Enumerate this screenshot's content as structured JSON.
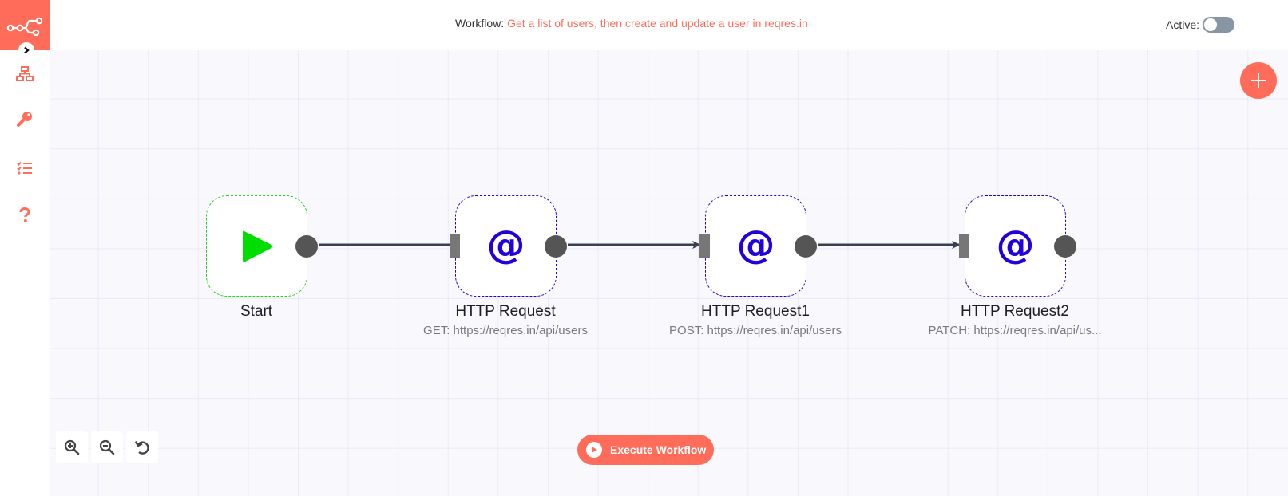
{
  "app": {
    "logo_icon": "n8n-logo-icon",
    "brand_color": "#ff6d5a"
  },
  "sidebar": {
    "expand_icon": "chevron-right-icon",
    "items": [
      {
        "name": "workflows",
        "icon": "network-icon"
      },
      {
        "name": "credentials",
        "icon": "key-icon"
      },
      {
        "name": "executions",
        "icon": "tasks-list-icon"
      },
      {
        "name": "help",
        "icon": "question-icon"
      }
    ]
  },
  "header": {
    "workflow_label": "Workflow:",
    "workflow_name": "Get a list of users, then create and update a user in reqres.in",
    "active_label": "Active:",
    "active": false
  },
  "canvas": {
    "add_node_icon": "plus-icon",
    "nodes": [
      {
        "name": "Start",
        "subtitle": "",
        "type": "trigger",
        "icon": "play-icon",
        "color": "#00dd00"
      },
      {
        "name": "HTTP Request",
        "subtitle": "GET: https://reqres.in/api/users",
        "type": "http",
        "icon": "at-icon",
        "color": "#2200dd"
      },
      {
        "name": "HTTP Request1",
        "subtitle": "POST: https://reqres.in/api/users",
        "type": "http",
        "icon": "at-icon",
        "color": "#2200dd"
      },
      {
        "name": "HTTP Request2",
        "subtitle": "PATCH: https://reqres.in/api/us...",
        "type": "http",
        "icon": "at-icon",
        "color": "#2200dd"
      }
    ],
    "connections": [
      {
        "from": "Start",
        "to": "HTTP Request"
      },
      {
        "from": "HTTP Request",
        "to": "HTTP Request1"
      },
      {
        "from": "HTTP Request1",
        "to": "HTTP Request2"
      }
    ]
  },
  "controls": {
    "zoom_in_icon": "zoom-in-icon",
    "zoom_out_icon": "zoom-out-icon",
    "reset_icon": "reset-zoom-icon",
    "execute_label": "Execute Workflow"
  }
}
